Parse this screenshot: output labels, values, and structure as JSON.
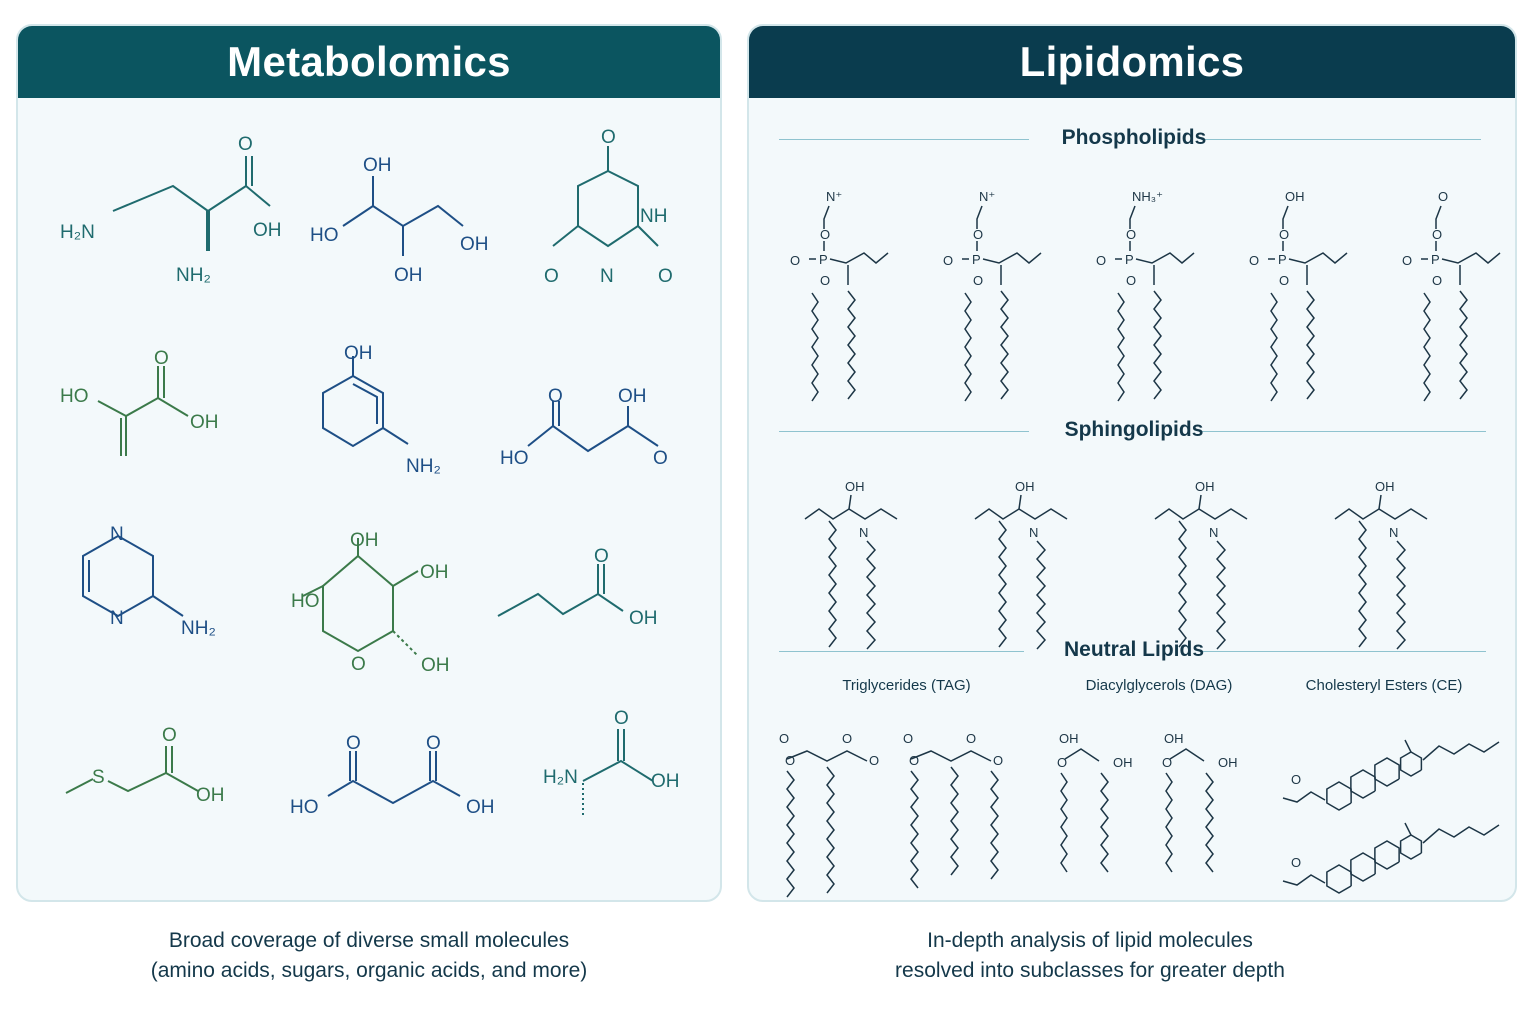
{
  "metabolomics": {
    "title": "Metabolomics",
    "caption_line1": "Broad coverage of diverse small molecules",
    "caption_line2": "(amino acids, sugars, organic acids, and more)"
  },
  "lipidomics": {
    "title": "Lipidomics",
    "caption_line1": "In-depth analysis of lipid molecules",
    "caption_line2": "resolved into subclasses for greater depth",
    "sections": {
      "phospholipids": "Phospholipids",
      "sphingolipids": "Sphingolipids",
      "neutral_lipids": "Neutral Lipids"
    },
    "neutral_subclasses": {
      "tag": "Triglycerides (TAG)",
      "dag": "Diacylglycerols (DAG)",
      "ce": "Cholesteryl Esters (CE)"
    }
  },
  "atom_labels": {
    "O": "O",
    "OH": "OH",
    "HO": "HO",
    "NH": "NH",
    "N": "N",
    "S": "S",
    "P": "P",
    "H2N": "H₂N",
    "NH2": "NH₂",
    "NH3p": "NH₃⁺",
    "Np": "N⁺"
  },
  "colors": {
    "metab_header": "#0b5560",
    "lipid_header": "#0a3c4e",
    "panel_bg": "#f3f9fb",
    "blue": "#1e4f86",
    "green": "#3b7a4a",
    "teal": "#1f6b6e"
  }
}
